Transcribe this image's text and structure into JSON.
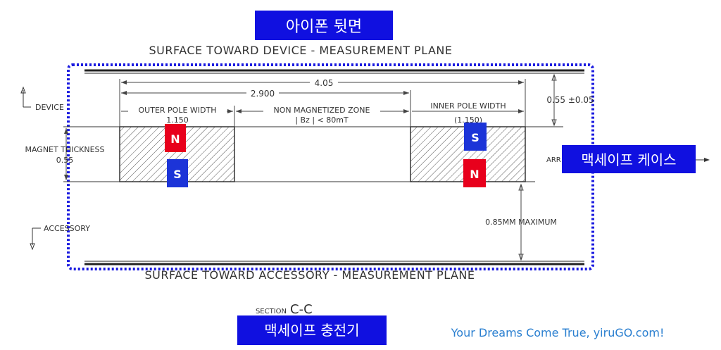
{
  "labels": {
    "top_banner": "아이폰 뒷면",
    "right_banner": "맥세이프 케이스",
    "bottom_banner": "맥세이프 충전기",
    "surface_device": "SURFACE TOWARD DEVICE - MEASUREMENT PLANE",
    "surface_accessory": "SURFACE TOWARD ACCESSORY - MEASUREMENT PLANE",
    "device": "DEVICE",
    "accessory": "ACCESSORY",
    "magnet_thickness": "MAGNET THICKNESS",
    "magnet_thickness_value": "0.55",
    "dim_total": "4.05",
    "dim_inner_edge": "2.900",
    "outer_pole_width": "OUTER POLE WIDTH",
    "outer_pole_value": "1.150",
    "non_magnetized_zone": "NON MAGNETIZED ZONE",
    "non_magnetized_value": "| Bz | < 80mT",
    "inner_pole_width": "INNER POLE WIDTH",
    "inner_pole_value": "(1.150)",
    "gap_tolerance": "0.55 ±0.05",
    "max_distance": "0.85MM MAXIMUM",
    "arr_fragment": "ARR",
    "section_prefix": "SECTION",
    "section_name": "C-C",
    "footer_slogan": "Your Dreams Come True, yiruGO.com!"
  },
  "magnets": {
    "outer_top": "N",
    "outer_bottom": "S",
    "inner_top": "S",
    "inner_bottom": "N"
  },
  "colors": {
    "banner_blue": "#1010e0",
    "north_red": "#e8001c",
    "south_blue": "#1c34d8",
    "dotted_outline": "#1a1ae0",
    "footer_text": "#2a7fd0",
    "drawing_line": "#333333"
  }
}
